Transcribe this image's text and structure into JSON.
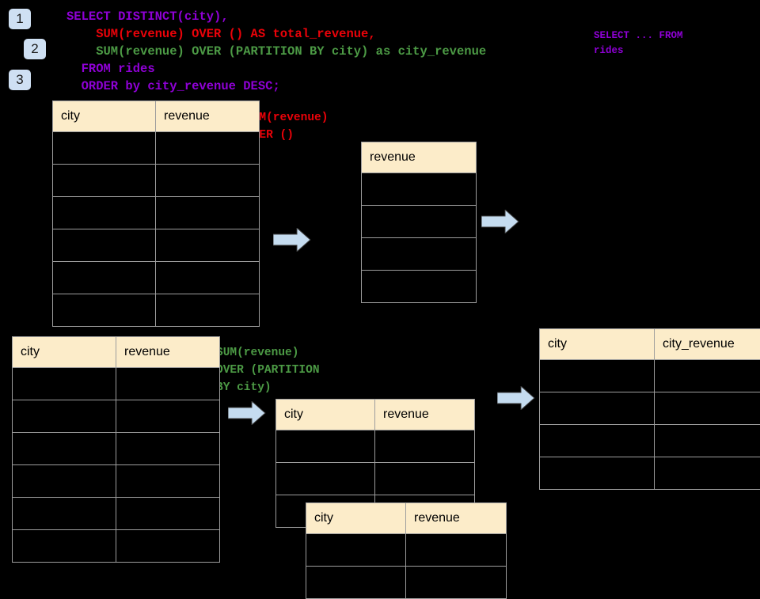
{
  "theme": {
    "background": "#000000",
    "badge_fill": "#cfe0f3",
    "header_fill": "#fcecc9",
    "grid_line": "#9d9d9d",
    "purple": "#8f00d6",
    "red": "#ea0209",
    "green": "#4c9a45",
    "arrow_fill": "#c5dcf0"
  },
  "badges": [
    {
      "label": "1"
    },
    {
      "label": "2"
    },
    {
      "label": "3"
    }
  ],
  "query": {
    "line1": "SELECT DISTINCT(city),",
    "line2": "    SUM(revenue) OVER () AS total_revenue,",
    "line3": "    SUM(revenue) OVER (PARTITION BY city) as city_revenue",
    "line4": "  FROM rides",
    "line5": "  ORDER by city_revenue DESC;"
  },
  "annotations": {
    "source_note": "SELECT ... FROM\nrides",
    "total_revenue_note": "SUM(revenue)\nOVER ()",
    "city_revenue_note": "SUM(revenue)\nOVER (PARTITION\nBY city)"
  },
  "tables": {
    "rides_top": {
      "columns": [
        "city",
        "revenue"
      ],
      "row_count": 6
    },
    "total_revenue": {
      "columns": [
        "revenue"
      ],
      "row_count": 4
    },
    "rides_bottom": {
      "columns": [
        "city",
        "revenue"
      ],
      "row_count": 6
    },
    "partition_back": {
      "columns": [
        "city",
        "revenue"
      ],
      "row_count": 3
    },
    "partition_front": {
      "columns": [
        "city",
        "revenue"
      ],
      "row_count": 2
    },
    "result": {
      "columns": [
        "city",
        "city_revenue"
      ],
      "row_count": 4
    }
  },
  "arrows": [
    {
      "name": "arrow-to-total-revenue"
    },
    {
      "name": "arrow-total-revenue-out"
    },
    {
      "name": "arrow-to-partition"
    },
    {
      "name": "arrow-to-result"
    }
  ]
}
